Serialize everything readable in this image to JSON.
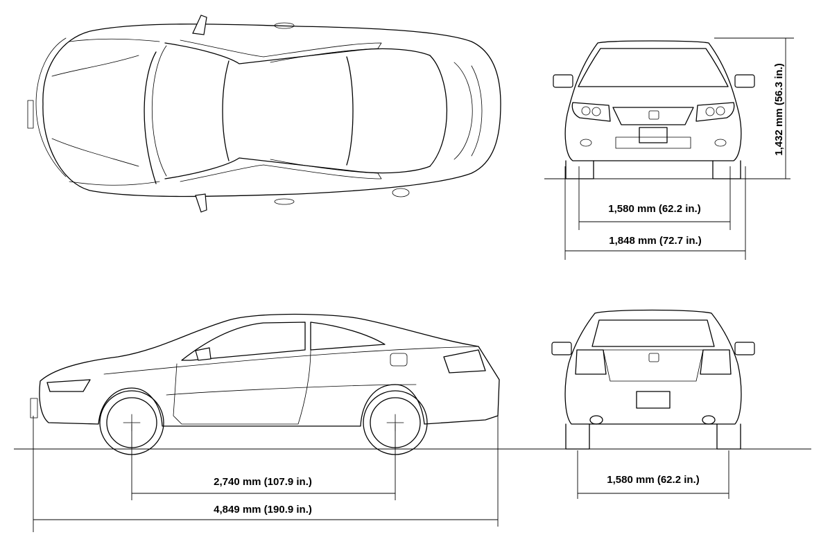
{
  "dimensions": {
    "front_track": "1,580 mm (62.2 in.)",
    "overall_width": "1,848 mm (72.7 in.)",
    "overall_height": "1,432 mm (56.3 in.)",
    "wheelbase": "2,740 mm (107.9 in.)",
    "overall_length": "4,849 mm (190.9 in.)",
    "rear_track": "1,580 mm (62.2 in.)"
  }
}
